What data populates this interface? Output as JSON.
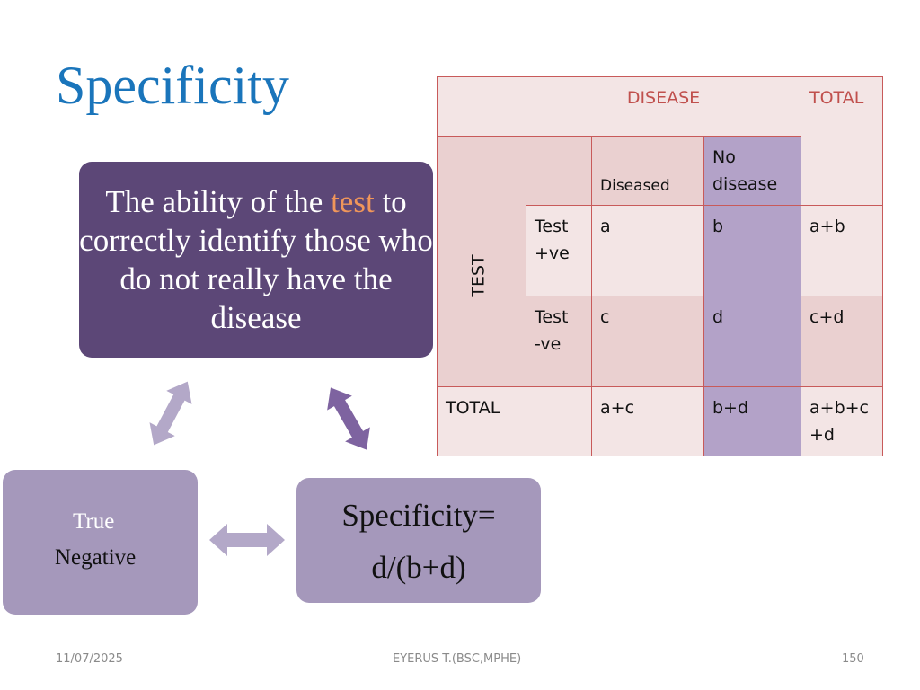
{
  "slide": {
    "title": "Specificity",
    "definition": {
      "before": "The ability of the ",
      "highlight": "test",
      "after": " to correctly identify those who do not really have the disease",
      "highlight_color": "#f0965a"
    },
    "true_negative": {
      "line1": "True",
      "line2": "Negative"
    },
    "formula": {
      "line1": "Specificity=",
      "line2": "d/(b+d)"
    },
    "colors": {
      "title": "#1a75bb",
      "definition_box": "#5c4777",
      "side_box": "#a598bb",
      "table_border": "#c85a5a",
      "header_text": "#c0504d"
    }
  },
  "table": {
    "disease_header": "DISEASE",
    "total_header": "TOTAL",
    "test_label": "TEST",
    "col_diseased": "Diseased",
    "col_no_disease_1": "No",
    "col_no_disease_2": "disease",
    "row_pos_1": "Test",
    "row_pos_2": "+ve",
    "row_neg_1": "Test",
    "row_neg_2": "-ve",
    "a": "a",
    "b": "b",
    "ab": "a+b",
    "c": "c",
    "d": "d",
    "cd": "c+d",
    "total_row": "TOTAL",
    "ac": "a+c",
    "bd": "b+d",
    "abcd_1": "a+b+c",
    "abcd_2": "+d"
  },
  "footer": {
    "date": "11/07/2025",
    "author": "EYERUS T.(BSC,MPHE)",
    "page": "150"
  }
}
